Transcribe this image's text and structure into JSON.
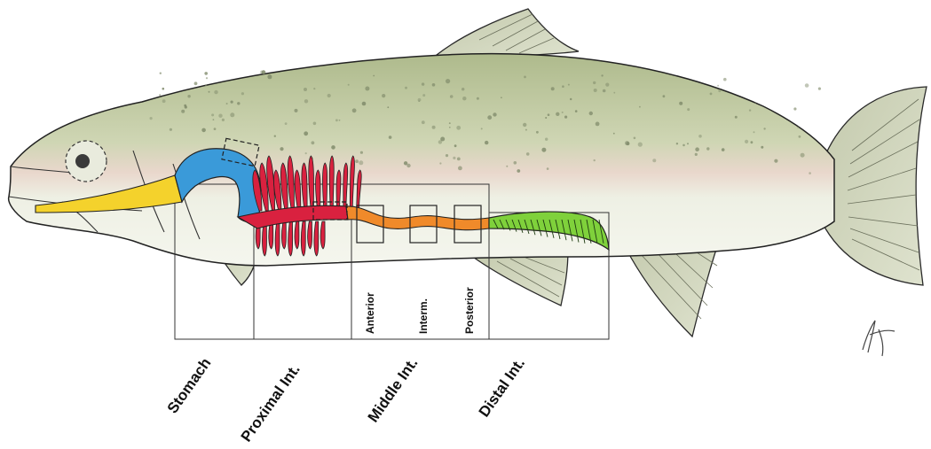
{
  "segments": [
    {
      "key": "stomach",
      "label": "Stomach",
      "color": "#3a9ad9"
    },
    {
      "key": "proximal",
      "label": "Proximal Int.",
      "color": "#d9213f"
    },
    {
      "key": "middle",
      "label": "Middle Int.",
      "color": "#f08a2a"
    },
    {
      "key": "distal",
      "label": "Distal Int.",
      "color": "#7fd13b"
    }
  ],
  "middle_subsections": [
    "Anterior",
    "Interm.",
    "Posterior"
  ],
  "colors": {
    "esophagus": "#f4d22c",
    "fish_back": "#b7c29a",
    "fish_belly": "#eef0e2",
    "fins": "#c9cfb6",
    "lateral_band": "#e7c3bd"
  }
}
